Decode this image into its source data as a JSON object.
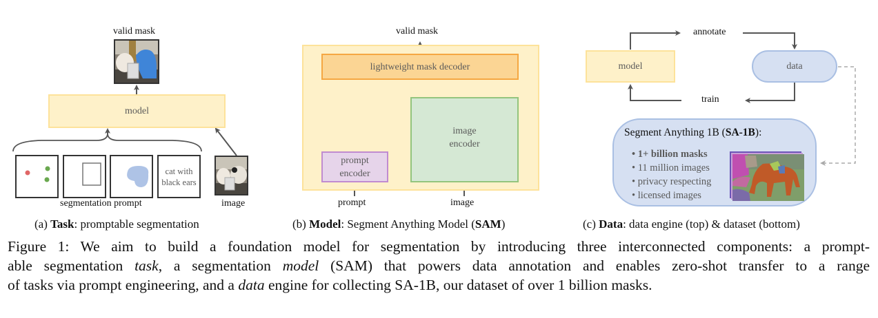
{
  "panel_a": {
    "output_label": "valid mask",
    "model_label": "model",
    "prompt_text_box": [
      "cat with",
      "black ears"
    ],
    "prompts_label": "segmentation prompt",
    "image_label": "image",
    "caption_prefix": "(a) ",
    "caption_bold": "Task",
    "caption_rest": ": promptable segmentation",
    "prompt_types": [
      "points",
      "box",
      "mask",
      "text"
    ],
    "colors": {
      "model_fill": "#fef1c9",
      "point_negative": "#e06666",
      "point_positive": "#6aa84f",
      "mask_fill": "#aec3e6"
    }
  },
  "panel_b": {
    "output_label": "valid mask",
    "decoder_label": "lightweight mask decoder",
    "prompt_encoder_label": [
      "prompt",
      "encoder"
    ],
    "image_encoder_label": [
      "image",
      "encoder"
    ],
    "prompt_input": "prompt",
    "image_input": "image",
    "caption_prefix": "(b) ",
    "caption_bold": "Model",
    "caption_mid": ": Segment Anything Model (",
    "caption_bold2": "SAM",
    "caption_end": ")",
    "colors": {
      "container": "#fef1c9",
      "decoder": "#fbd594",
      "prompt_encoder": "#e6d4ea",
      "image_encoder": "#d5e8d4"
    }
  },
  "panel_c": {
    "model_label": "model",
    "data_label": "data",
    "annotate_label": "annotate",
    "train_label": "train",
    "dataset_title_prefix": "Segment Anything 1B (",
    "dataset_title_bold": "SA-1B",
    "dataset_title_suffix": "):",
    "bullets": [
      {
        "text": "1+ billion masks",
        "bold": true
      },
      {
        "text": "11 million images",
        "bold": false
      },
      {
        "text": "privacy respecting",
        "bold": false
      },
      {
        "text": "licensed images",
        "bold": false
      }
    ],
    "caption_prefix": "(c) ",
    "caption_bold": "Data",
    "caption_rest": ": data engine (top) & dataset (bottom)",
    "colors": {
      "data_fill": "#d6e0f2",
      "data_border": "#a9bfe3"
    }
  },
  "figure_caption": {
    "lines": [
      [
        {
          "t": "Figure 1: We aim to build a foundation model for segmentation by introducing three interconnected components: a prompt-"
        }
      ],
      [
        {
          "t": "able segmentation "
        },
        {
          "t": "task",
          "i": true
        },
        {
          "t": ", a segmentation "
        },
        {
          "t": "model",
          "i": true
        },
        {
          "t": " (SAM) that powers data annotation and enables zero-shot transfer to a range"
        }
      ],
      [
        {
          "t": "of tasks via prompt engineering, and a "
        },
        {
          "t": "data",
          "i": true
        },
        {
          "t": " engine for collecting SA-1B, our dataset of over 1 billion masks."
        }
      ]
    ]
  }
}
